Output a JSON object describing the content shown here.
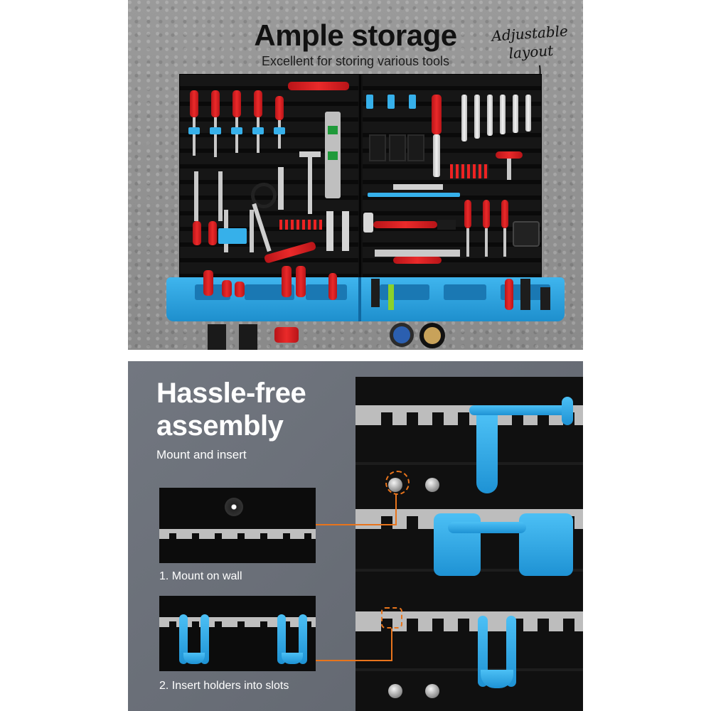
{
  "top_panel": {
    "title": "Ample storage",
    "subtitle": "Excellent for storing various tools",
    "handwritten_note": [
      "Adjustable",
      "layout"
    ]
  },
  "bottom_panel": {
    "title_line1": "Hassle-free",
    "title_line2": "assembly",
    "subtitle": "Mount and insert",
    "step1_caption": "1. Mount on wall",
    "step2_caption": "2. Insert holders into slots"
  },
  "colors": {
    "accent_blue": "#2ea6e6",
    "tool_red": "#d81e22",
    "leader_orange": "#e8741c",
    "bottom_bg": "#6a6f78",
    "top_bg": "#8f8f8f"
  },
  "icons": {
    "note_arrow": "curved-arrow-icon",
    "screw": "screw-icon"
  }
}
